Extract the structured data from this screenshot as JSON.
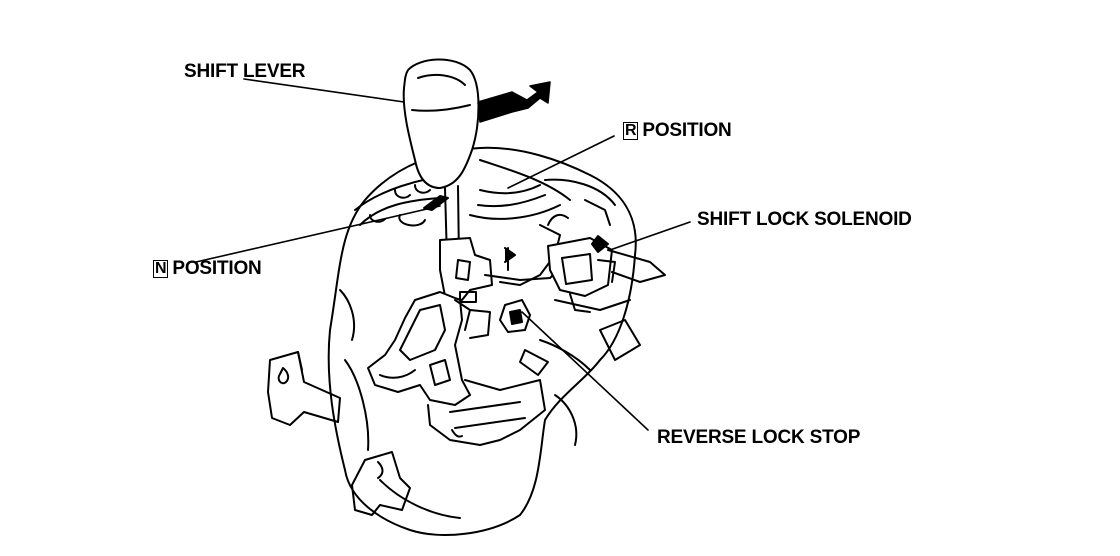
{
  "labels": {
    "shift_lever": "SHIFT LEVER",
    "r_position": {
      "box": "R",
      "text": "POSITION"
    },
    "shift_lock_solenoid": "SHIFT LOCK SOLENOID",
    "n_position": {
      "box": "N",
      "text": "POSITION"
    },
    "reverse_lock_stop": "REVERSE LOCK STOP"
  },
  "colors": {
    "ink": "#000000",
    "paper": "#ffffff"
  }
}
